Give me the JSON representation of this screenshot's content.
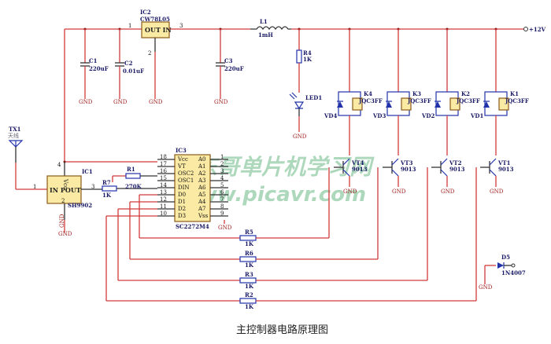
{
  "title": "主控制器电路原理图",
  "watermark": {
    "line1": "东哥单片机学习网",
    "line2": "www.picavr.com"
  },
  "power": {
    "label": "+12V"
  },
  "gnd_label": "GND",
  "components": {
    "ic2": {
      "ref": "IC2",
      "part": "CW78L05",
      "body": "OUT IN",
      "pin_in": "1",
      "pin_out": "3",
      "pin_gnd": "2"
    },
    "c1": {
      "ref": "C1",
      "value": "220uF"
    },
    "c2": {
      "ref": "C2",
      "value": "0.01uF"
    },
    "c3": {
      "ref": "C3",
      "value": "220uF"
    },
    "l1": {
      "ref": "L1",
      "value": "1mH"
    },
    "r4_led": {
      "ref": "R4",
      "value": "1K"
    },
    "led1": {
      "ref": "LED1"
    },
    "tx1": {
      "ref": "TX1",
      "desc": "天线"
    },
    "ic1": {
      "ref": "IC1",
      "part": "SH9902",
      "body": "IN POUT",
      "vcc": "Vcc",
      "pin_in": "1",
      "pin_out": "3",
      "pin_vcc": "4",
      "pin_gnd": "2",
      "gnd_net": "GND"
    },
    "r7": {
      "ref": "R7",
      "value": "1K"
    },
    "r1": {
      "ref": "R1",
      "value": "270K"
    },
    "ic3": {
      "ref": "IC3",
      "part": "SC2272M4",
      "left_pins": [
        {
          "num": "18",
          "name": "Vcc"
        },
        {
          "num": "17",
          "name": "VT"
        },
        {
          "num": "16",
          "name": "OSC2"
        },
        {
          "num": "15",
          "name": "OSC1"
        },
        {
          "num": "14",
          "name": "DIN"
        },
        {
          "num": "13",
          "name": "D0"
        },
        {
          "num": "12",
          "name": "D1"
        },
        {
          "num": "11",
          "name": "D2"
        },
        {
          "num": "10",
          "name": "D3"
        }
      ],
      "right_pins": [
        {
          "num": "1",
          "name": "A0"
        },
        {
          "num": "2",
          "name": "A1"
        },
        {
          "num": "3",
          "name": "A2"
        },
        {
          "num": "4",
          "name": "A3"
        },
        {
          "num": "5",
          "name": "A6"
        },
        {
          "num": "6",
          "name": "A5"
        },
        {
          "num": "7",
          "name": "A4"
        },
        {
          "num": "8",
          "name": "A7"
        },
        {
          "num": "9",
          "name": "Vss"
        }
      ]
    },
    "relays": [
      {
        "ref": "K4",
        "part": "JQC3FF",
        "diode": "VD4",
        "transistor": "VT4",
        "tpart": "9013"
      },
      {
        "ref": "K3",
        "part": "JQC3FF",
        "diode": "VD3",
        "transistor": "VT3",
        "tpart": "9013"
      },
      {
        "ref": "K2",
        "part": "JQC3FF",
        "diode": "VD2",
        "transistor": "VT2",
        "tpart": "9013"
      },
      {
        "ref": "K1",
        "part": "JQC3FF",
        "diode": "VD1",
        "transistor": "VT1",
        "tpart": "9013"
      }
    ],
    "base_resistors": [
      {
        "ref": "R5",
        "value": "1K"
      },
      {
        "ref": "R6",
        "value": "1K"
      },
      {
        "ref": "R3",
        "value": "1K"
      },
      {
        "ref": "R2",
        "value": "1K"
      }
    ],
    "d5": {
      "ref": "D5",
      "part": "1N4007"
    }
  }
}
